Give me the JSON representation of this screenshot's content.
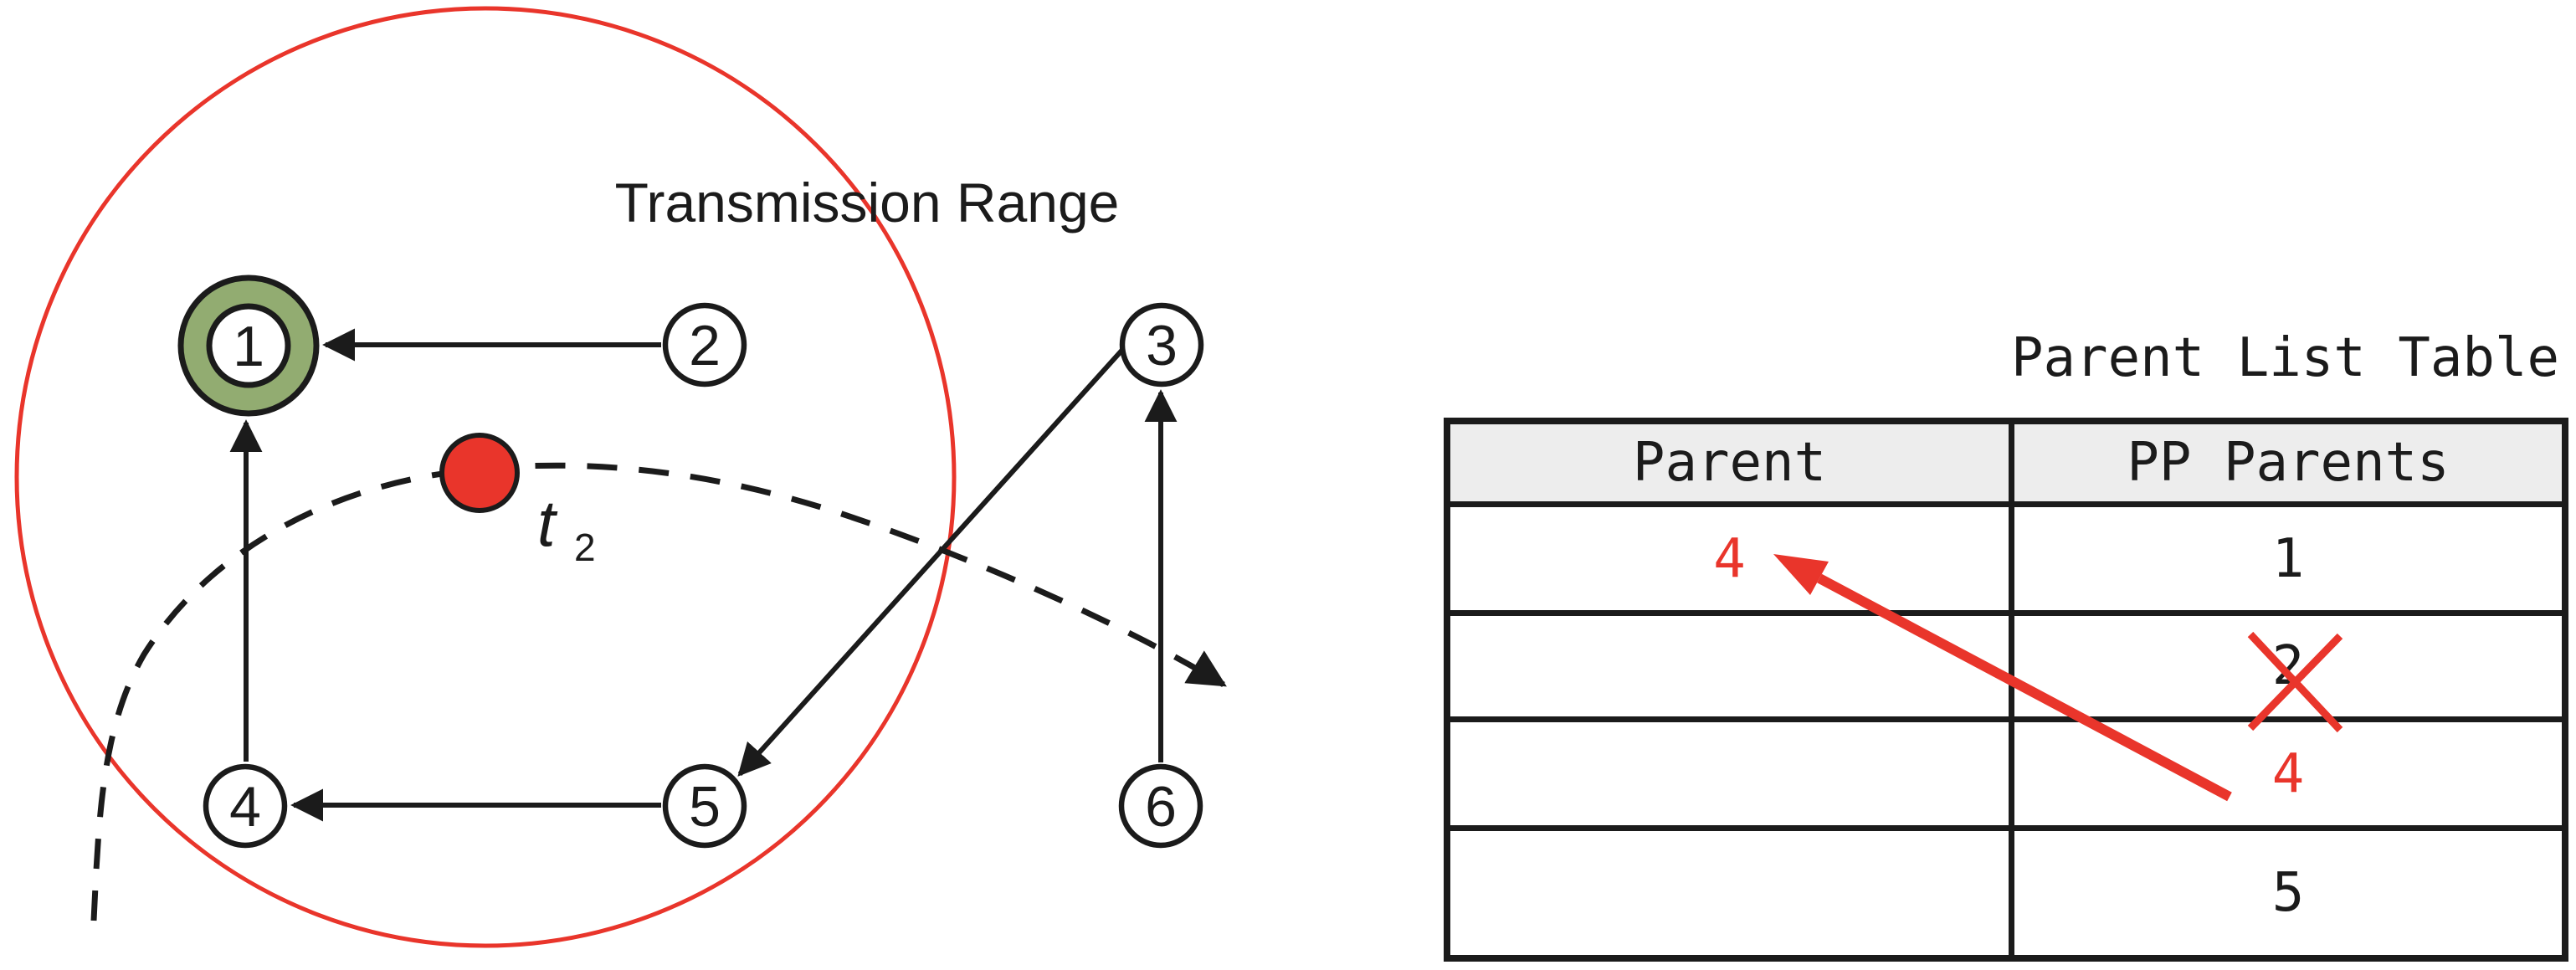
{
  "figure": {
    "region_label": "Transmission Range",
    "mobile_node": {
      "symbol": "t",
      "subscript": "2"
    },
    "nodes": {
      "n1": "1",
      "n2": "2",
      "n3": "3",
      "n4": "4",
      "n5": "5",
      "n6": "6"
    },
    "edges": [
      {
        "from": "2",
        "to": "1"
      },
      {
        "from": "4",
        "to": "1"
      },
      {
        "from": "5",
        "to": "4"
      },
      {
        "from": "3",
        "to": "5"
      },
      {
        "from": "6",
        "to": "3"
      }
    ],
    "highlighted_node": "1",
    "trajectory": "dashed curved arrow of mobile node t2 across the transmission range"
  },
  "table": {
    "title": "Parent List Table",
    "columns": {
      "parent": "Parent",
      "pp": "PP Parents"
    },
    "rows": [
      {
        "parent": "4",
        "pp": "1",
        "parent_highlight": "red"
      },
      {
        "parent": "",
        "pp": "2",
        "pp_crossed_out": true
      },
      {
        "parent": "",
        "pp": "4",
        "pp_highlight": "red"
      },
      {
        "parent": "",
        "pp": "5"
      }
    ],
    "annotation": "red arrow moves PP parent 4 up into the Parent cell"
  },
  "colors": {
    "red": "#E9352B",
    "green": "#92AC71",
    "header_gray": "#EDEDED",
    "ink": "#1B1B1B"
  }
}
